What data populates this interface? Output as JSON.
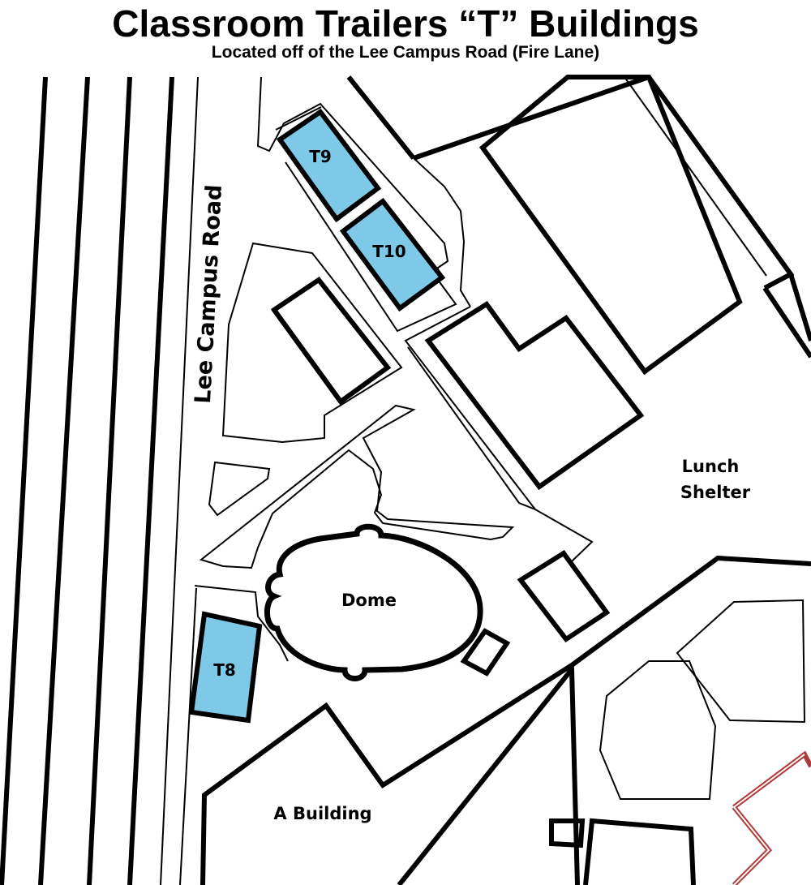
{
  "header": {
    "title": "Classroom Trailers “T” Buildings",
    "subtitle": "Located off of the Lee Campus Road (Fire Lane)"
  },
  "colors": {
    "trailer_fill": "#7ec8e8",
    "outline": "#000000",
    "accent_outline": "#b03a3a"
  },
  "map": {
    "road_label": "Lee Campus Road",
    "trailers": [
      {
        "id": "t9",
        "label": "T9"
      },
      {
        "id": "t10",
        "label": "T10"
      },
      {
        "id": "t8",
        "label": "T8"
      }
    ],
    "places": {
      "dome": "Dome",
      "lunch_shelter_line1": "Lunch",
      "lunch_shelter_line2": "Shelter",
      "a_building": "A Building"
    }
  }
}
